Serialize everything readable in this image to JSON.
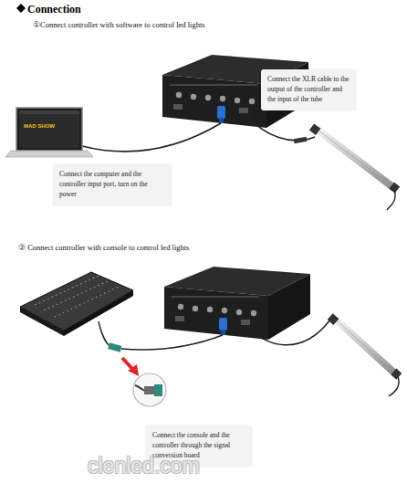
{
  "diagram": {
    "title": "Connection",
    "nodes": [
      {
        "text": [
          "Connect the XLR cable to the output of the controller and the input of the tube"
        ]
      },
      {
        "text": [
          "Connect the computer and the controller input port, turn on the power"
        ]
      },
      {
        "text": [
          "Connect the console and the controller through the signal conversion board"
        ]
      }
    ],
    "labels": [
      "①Connect controller with software to control led lights",
      "MAD SHOW",
      "② Connect controller with console to control led lights",
      "clenled.com"
    ]
  }
}
